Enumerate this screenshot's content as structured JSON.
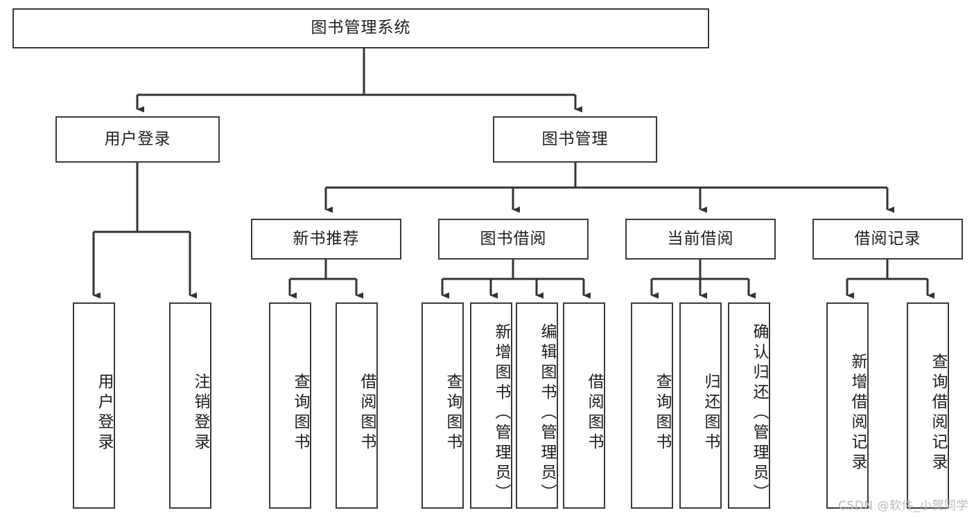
{
  "diagram": {
    "title": "图书管理系统",
    "type": "tree-hierarchy-chart",
    "root": {
      "label": "图书管理系统"
    },
    "level2": [
      {
        "label": "用户登录"
      },
      {
        "label": "图书管理"
      }
    ],
    "level3": [
      {
        "label": "新书推荐"
      },
      {
        "label": "图书借阅"
      },
      {
        "label": "当前借阅"
      },
      {
        "label": "借阅记录"
      }
    ],
    "leaves": {
      "user_login": [
        {
          "label": "用户登录"
        },
        {
          "label": "注销登录"
        }
      ],
      "new_book_recommend": [
        {
          "label": "查询图书"
        },
        {
          "label": "借阅图书"
        }
      ],
      "book_borrow": [
        {
          "label": "查询图书"
        },
        {
          "label": "新增图书（管理员）"
        },
        {
          "label": "编辑图书（管理员）"
        },
        {
          "label": "借阅图书"
        }
      ],
      "current_borrow": [
        {
          "label": "查询图书"
        },
        {
          "label": "归还图书"
        },
        {
          "label": "确认归还（管理员）"
        }
      ],
      "borrow_record": [
        {
          "label": "新增借阅记录"
        },
        {
          "label": "查询借阅记录"
        }
      ]
    }
  },
  "watermark": {
    "text": "CSDN @软件_小贺同学"
  },
  "colors": {
    "border": "#3a3a3a",
    "text": "#1d1d1d",
    "background": "#ffffff",
    "connector": "#333333",
    "watermark": "#b9b9b9"
  }
}
